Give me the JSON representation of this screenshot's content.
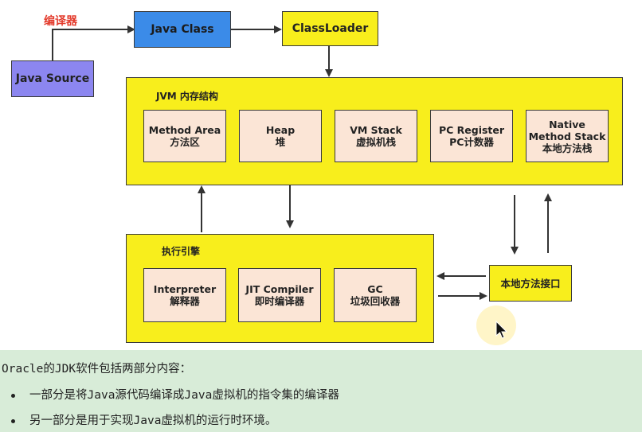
{
  "diagram": {
    "compiler_label": "编译器",
    "java_source": "Java Source",
    "java_class": "Java Class",
    "classloader": "ClassLoader",
    "jvm_memory": {
      "title": "JVM 内存结构",
      "cells": [
        {
          "line1": "Method Area",
          "line2": "方法区"
        },
        {
          "line1": "Heap",
          "line2": "堆"
        },
        {
          "line1": "VM Stack",
          "line2": "虚拟机栈"
        },
        {
          "line1": "PC Register",
          "line2": "PC计数器"
        },
        {
          "line1": "Native",
          "line2": "Method Stack",
          "line3": "本地方法栈"
        }
      ]
    },
    "execution_engine": {
      "title": "执行引擎",
      "cells": [
        {
          "line1": "Interpreter",
          "line2": "解释器"
        },
        {
          "line1": "JIT Compiler",
          "line2": "即时编译器"
        },
        {
          "line1": "GC",
          "line2": "垃圾回收器"
        }
      ]
    },
    "native_interface": "本地方法接口",
    "colors": {
      "blue": "#3b8be8",
      "purple": "#8c86f0",
      "yellow": "#f8ee1c",
      "cell": "#fbe5d6",
      "red": "#e33a2b",
      "page_bg": "#d8ecd8"
    }
  },
  "notes": {
    "intro": "Oracle的JDK软件包括两部分内容：",
    "bullets": [
      "一部分是将Java源代码编译成Java虚拟机的指令集的编译器",
      "另一部分是用于实现Java虚拟机的运行时环境。"
    ]
  },
  "cursor": {
    "icon": "mouse-pointer-icon"
  }
}
